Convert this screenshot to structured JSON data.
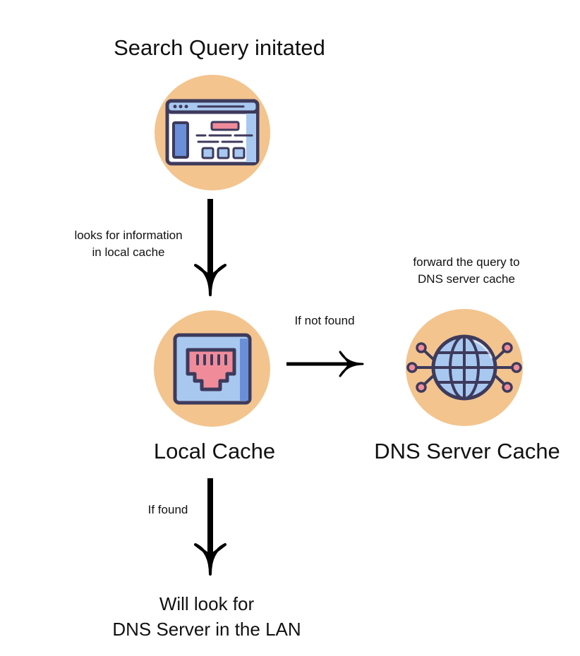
{
  "nodes": {
    "query": {
      "title": "Search Query initated",
      "icon": "browser-window-icon"
    },
    "local_cache": {
      "title": "Local Cache",
      "icon": "ethernet-port-icon"
    },
    "dns_server_cache": {
      "title": "DNS Server Cache",
      "icon": "network-globe-icon"
    },
    "lan_lookup": {
      "line1": "Will look for",
      "line2": "DNS Server in the LAN"
    }
  },
  "edges": {
    "query_to_local": {
      "line1": "looks for information",
      "line2": "in local cache"
    },
    "local_to_dns": {
      "label": "If not found"
    },
    "local_to_lan": {
      "label": "If found"
    }
  },
  "annotations": {
    "dns_forward": {
      "line1": "forward the query to",
      "line2": "DNS server cache"
    }
  },
  "colors": {
    "circle_fill": "#f3c48e",
    "icon_outline": "#3d3a5c",
    "icon_blue": "#a8c8f0",
    "icon_blue_dark": "#6a8fd8",
    "icon_pink": "#f08c9a",
    "arrow": "#000000"
  }
}
